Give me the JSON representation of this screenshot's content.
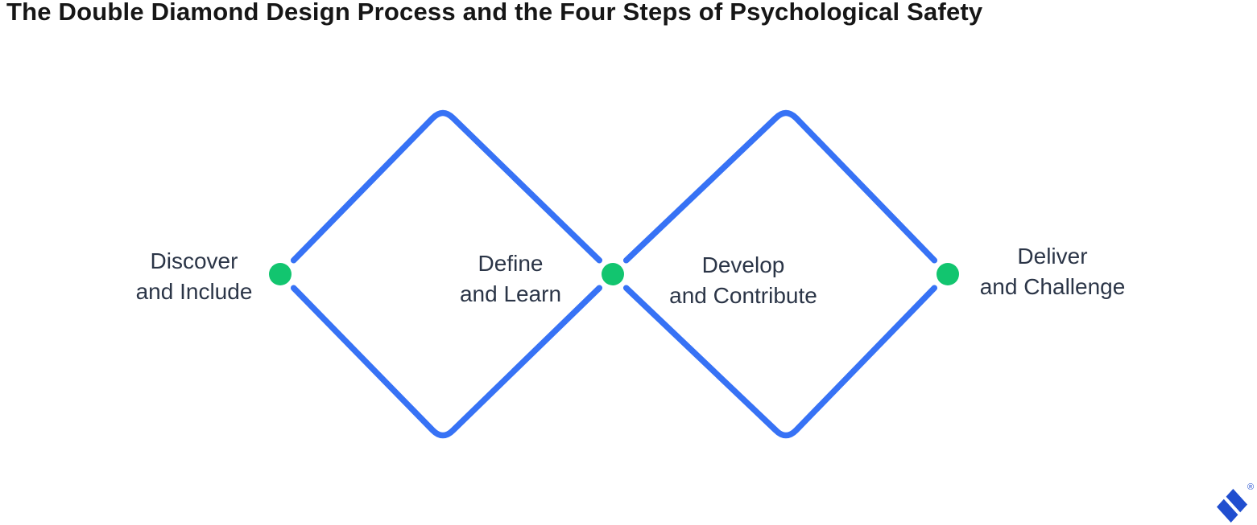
{
  "title": "The Double Diamond Design Process and the Four Steps of Psychological Safety",
  "diagram": {
    "type": "double-diamond-process",
    "phases": [
      {
        "line1": "Discover",
        "line2": "and Include"
      },
      {
        "line1": "Define",
        "line2": "and Learn"
      },
      {
        "line1": "Develop",
        "line2": "and Contribute"
      },
      {
        "line1": "Deliver",
        "line2": "and Challenge"
      }
    ]
  },
  "colors": {
    "diamond_stroke": "#3772f5",
    "dot_green": "#12c56f",
    "label_text": "#2b3547",
    "title_text": "#161616",
    "logo_blue": "#204ecf"
  },
  "logo": {
    "name": "toptal-logo",
    "registered_mark": "®"
  }
}
